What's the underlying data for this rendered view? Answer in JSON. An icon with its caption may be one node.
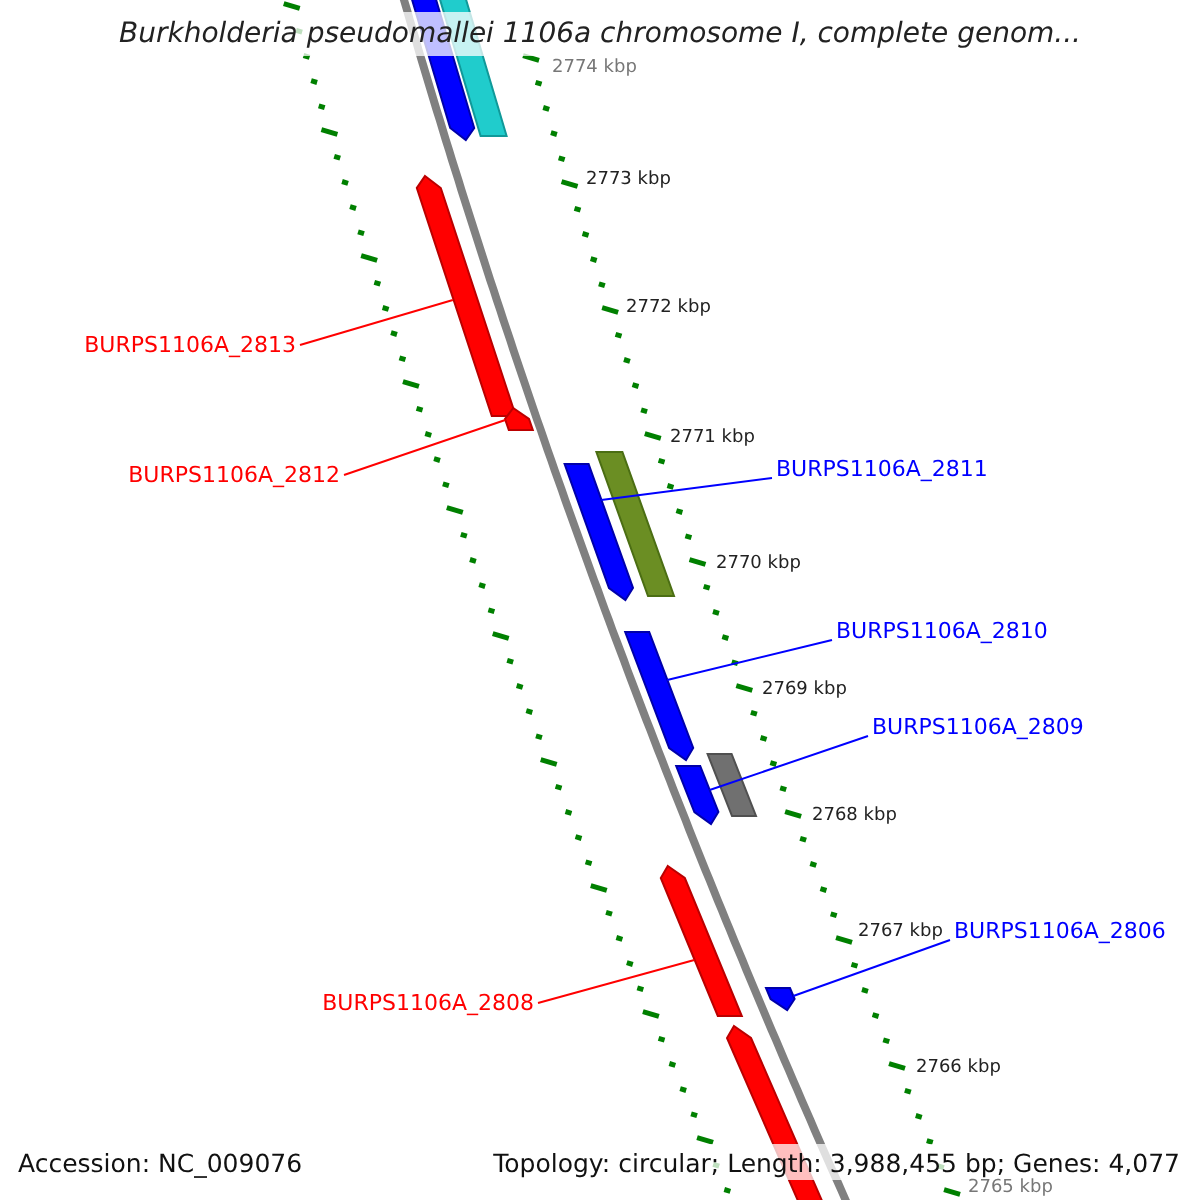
{
  "diagram": {
    "title": "Burkholderia pseudomallei 1106a chromosome I, complete genom...",
    "nodes": [
      {
        "text": [],
        "shape": "bar"
      },
      {
        "text": [],
        "shape": "bar"
      },
      {
        "text": [
          "BURPS1106A_2813"
        ]
      },
      {
        "text": [],
        "shape": "bar"
      },
      {
        "text": [
          "BURPS1106A_2812"
        ]
      },
      {
        "text": [],
        "shape": "bar"
      },
      {
        "text": [],
        "shape": "bar"
      },
      {
        "text": [
          "BURPS1106A_2811"
        ]
      },
      {
        "text": [],
        "shape": "bar"
      },
      {
        "text": [
          "BURPS1106A_2810"
        ]
      },
      {
        "text": [],
        "shape": "bar"
      },
      {
        "text": [
          "BURPS1106A_2809"
        ]
      },
      {
        "text": [],
        "shape": "bar"
      },
      {
        "text": [],
        "shape": "bar"
      },
      {
        "text": [
          "BURPS1106A_2808"
        ]
      },
      {
        "text": [],
        "shape": "bar"
      },
      {
        "text": [
          "BURPS1106A_2806"
        ]
      },
      {
        "text": [],
        "shape": "bar"
      },
      {
        "text": [],
        "shape": "bar"
      }
    ],
    "edges": [
      {
        "from": 2,
        "to": 3,
        "arrow": "none",
        "color": "#ff0000"
      },
      {
        "from": 4,
        "to": 5,
        "arrow": "none",
        "color": "#ff0000"
      },
      {
        "from": 7,
        "to": 8,
        "arrow": "none",
        "color": "#0000ff"
      },
      {
        "from": 9,
        "to": 10,
        "arrow": "none",
        "color": "#0000ff"
      },
      {
        "from": 11,
        "to": 13,
        "arrow": "none",
        "color": "#0000ff"
      },
      {
        "from": 14,
        "to": 15,
        "arrow": "none",
        "color": "#ff0000"
      },
      {
        "from": 16,
        "to": 17,
        "arrow": "none",
        "color": "#0000ff"
      }
    ],
    "labels": [
      "2774 kbp",
      "2773 kbp",
      "2772 kbp",
      "2771 kbp",
      "2770 kbp",
      "2769 kbp",
      "2768 kbp",
      "2767 kbp",
      "2766 kbp",
      "2765 kbp",
      "Accession: NC_009076",
      "Topology: circular; Length: 3,988,455 bp; Genes: 4,077"
    ]
  }
}
